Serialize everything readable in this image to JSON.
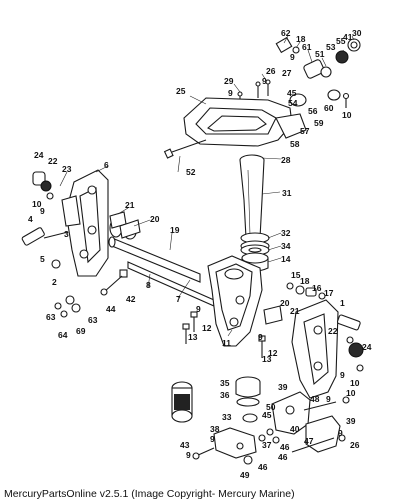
{
  "caption": "MercuryPartsOnline v2.5.1 (Image Copyright- Mercury Marine)",
  "callouts": {
    "c1": "1",
    "c2": "2",
    "c3": "3",
    "c4": "4",
    "c5": "5",
    "c6": "6",
    "c7": "7",
    "c8": "8",
    "c9": "9",
    "c10": "10",
    "c11": "11",
    "c12": "12",
    "c13": "13",
    "c14": "14",
    "c15": "15",
    "c16": "16",
    "c17": "17",
    "c18": "18",
    "c19": "19",
    "c20": "20",
    "c21": "21",
    "c22": "22",
    "c23": "23",
    "c24": "24",
    "c25": "25",
    "c26": "26",
    "c27": "27",
    "c28": "28",
    "c29": "29",
    "c30": "30",
    "c31": "31",
    "c32": "32",
    "c33": "33",
    "c34": "34",
    "c35": "35",
    "c36": "36",
    "c37": "37",
    "c38": "38",
    "c39": "39",
    "c40": "40",
    "c41": "41",
    "c42": "42",
    "c43": "43",
    "c44": "44",
    "c45": "45",
    "c46": "46",
    "c47": "47",
    "c48": "48",
    "c49": "49",
    "c50": "50",
    "c51": "51",
    "c52": "52",
    "c53": "53",
    "c54": "54",
    "c55": "55",
    "c56": "56",
    "c57": "57",
    "c58": "58",
    "c59": "59",
    "c60": "60",
    "c61": "61",
    "c62": "62",
    "c63": "63",
    "c64": "64",
    "c69": "69"
  }
}
